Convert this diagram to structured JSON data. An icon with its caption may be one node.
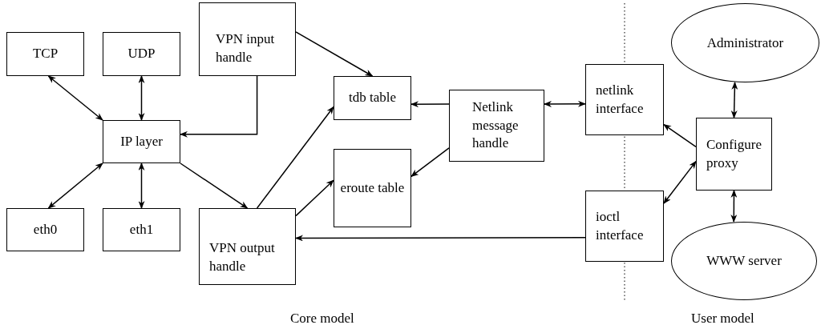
{
  "diagram": {
    "nodes": [
      {
        "text": [
          "TCP"
        ]
      },
      {
        "text": [
          "UDP"
        ]
      },
      {
        "text": [
          "VPN input handle"
        ]
      },
      {
        "text": [
          "IP layer"
        ]
      },
      {
        "text": [
          "eth0"
        ]
      },
      {
        "text": [
          "eth1"
        ]
      },
      {
        "text": [
          "VPN output handle"
        ]
      },
      {
        "text": [
          "tdb table"
        ]
      },
      {
        "text": [
          "eroute table"
        ]
      },
      {
        "text": [
          "Netlink message handle"
        ]
      },
      {
        "text": [
          "netlink interface"
        ]
      },
      {
        "text": [
          "ioctl interface"
        ]
      },
      {
        "text": [
          "Administrator"
        ]
      },
      {
        "text": [
          "Configure proxy"
        ]
      },
      {
        "text": [
          "WWW server"
        ]
      }
    ],
    "edges": [
      {
        "from": 0,
        "to": 3,
        "arrow": "both"
      },
      {
        "from": 1,
        "to": 3,
        "arrow": "both"
      },
      {
        "from": 2,
        "to": 3,
        "arrow": "to"
      },
      {
        "from": 2,
        "to": 7,
        "arrow": "to"
      },
      {
        "from": 3,
        "to": 6,
        "arrow": "to"
      },
      {
        "from": 4,
        "to": 3,
        "arrow": "both"
      },
      {
        "from": 5,
        "to": 3,
        "arrow": "both"
      },
      {
        "from": 6,
        "to": 7,
        "arrow": "to"
      },
      {
        "from": 6,
        "to": 8,
        "arrow": "to"
      },
      {
        "from": 9,
        "to": 7,
        "arrow": "to"
      },
      {
        "from": 9,
        "to": 8,
        "arrow": "to"
      },
      {
        "from": 9,
        "to": 10,
        "arrow": "both"
      },
      {
        "from": 13,
        "to": 10,
        "arrow": "to"
      },
      {
        "from": 13,
        "to": 11,
        "arrow": "both"
      },
      {
        "from": 11,
        "to": 6,
        "arrow": "to"
      },
      {
        "from": 12,
        "to": 13,
        "arrow": "both"
      },
      {
        "from": 13,
        "to": 14,
        "arrow": "both"
      }
    ],
    "labels": [
      "Core model",
      "User model"
    ]
  }
}
